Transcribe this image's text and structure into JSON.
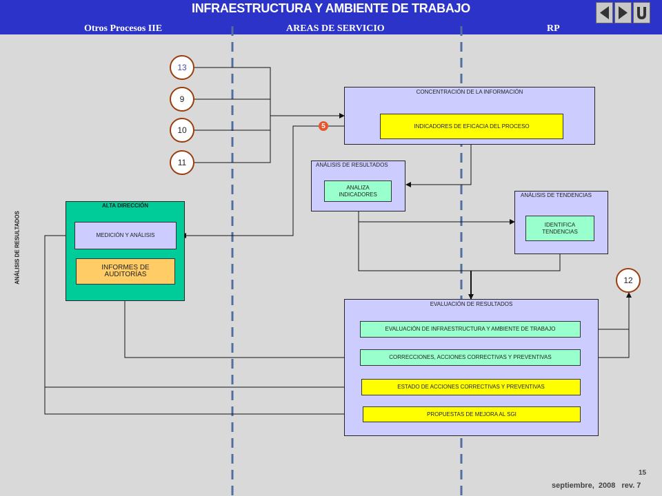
{
  "header": {
    "title": "INFRAESTRUCTURA Y AMBIENTE DE TRABAJO",
    "columns": [
      "Otros Procesos IIE",
      "AREAS DE SERVICIO",
      "RP"
    ],
    "nav": [
      "back-icon",
      "forward-icon",
      "home-icon"
    ]
  },
  "side_label": "ANÁLISIS DE RESULTADOS",
  "connectors": {
    "circle_13": "13",
    "circle_9": "9",
    "circle_10": "10",
    "circle_11": "11",
    "circle_12": "12",
    "marker_5": "5"
  },
  "concentracion": {
    "title": "CONCENTRACIÓN DE LA INFORMACIÓN",
    "indicadores": "INDICADORES DE EFICACIA DEL PROCESO"
  },
  "analisis_resultados": {
    "title": "ANÁLISIS DE RESULTADOS",
    "analiza": "ANALIZA INDICADORES"
  },
  "analisis_tendencias": {
    "title": "ANÁLISIS DE TENDENCIAS",
    "identifica": "IDENTIFICA TENDENCIAS"
  },
  "alta_direccion": {
    "title": "ALTA DIRECCIÓN",
    "medicion": "MEDICIÓN Y ANÁLISIS",
    "informes": "INFORMES DE AUDITORÍAS"
  },
  "evaluacion": {
    "title": "EVALUACIÓN DE RESULTADOS",
    "items": [
      "EVALUACIÓN DE INFRAESTRUCTURA Y AMBIENTE DE TRABAJO",
      "CORRECCIONES, ACCIONES CORRECTIVAS Y PREVENTIVAS",
      "ESTADO DE ACCIONES CORRECTIVAS Y PREVENTIVAS",
      "PROPUESTAS DE MEJORA AL SGI"
    ]
  },
  "footer": {
    "page": "15",
    "date": "septiembre,  2008   rev. 7"
  },
  "colors": {
    "header": "#2b33c8",
    "lavender": "#ccccff",
    "teal": "#00cc99",
    "mint": "#99ffcc",
    "yellow": "#ffff00",
    "orange": "#ffcc66",
    "divider": "#506f9e",
    "connector_border": "#9b3c0c",
    "marker": "#e5572f"
  }
}
